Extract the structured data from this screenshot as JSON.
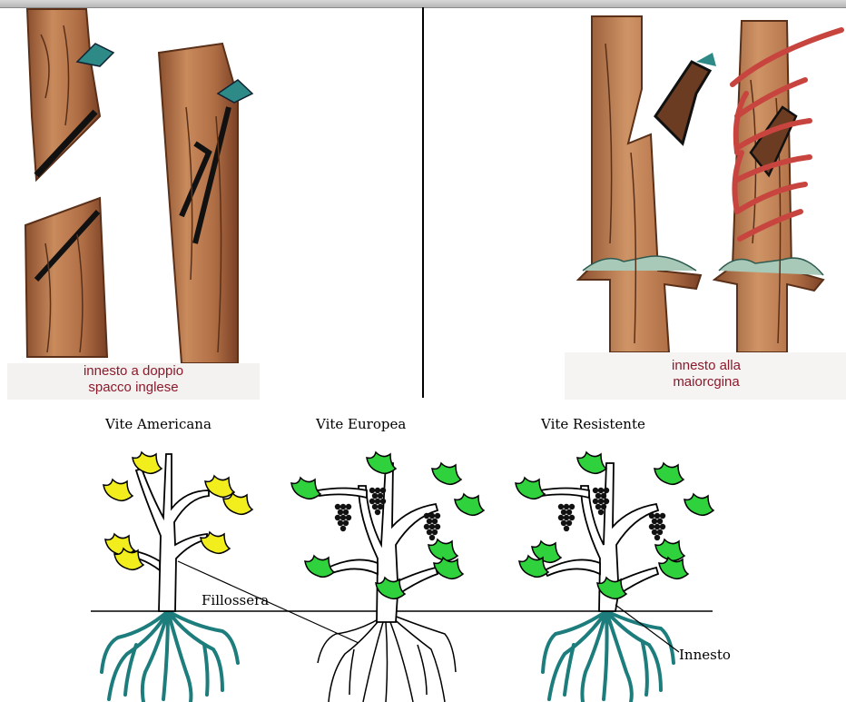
{
  "captions": {
    "left": [
      "innesto a doppio",
      "spacco inglese"
    ],
    "right": [
      "innesto alla",
      "maiorcgina"
    ]
  },
  "plants": {
    "american": "Vite Americana",
    "european": "Vite Europea",
    "resistant": "Vite Resistente"
  },
  "annotations": {
    "phylloxera": "Fillossera",
    "graft": "Innesto"
  },
  "colors": {
    "bark": "#b8734a",
    "bark_dark": "#6b3b22",
    "leaf_green": "#2fd13c",
    "leaf_yellow": "#f2ee1e",
    "root_teal": "#1d7d7d",
    "tie_red": "#c8453f",
    "caption_red": "#8b1a2b"
  }
}
